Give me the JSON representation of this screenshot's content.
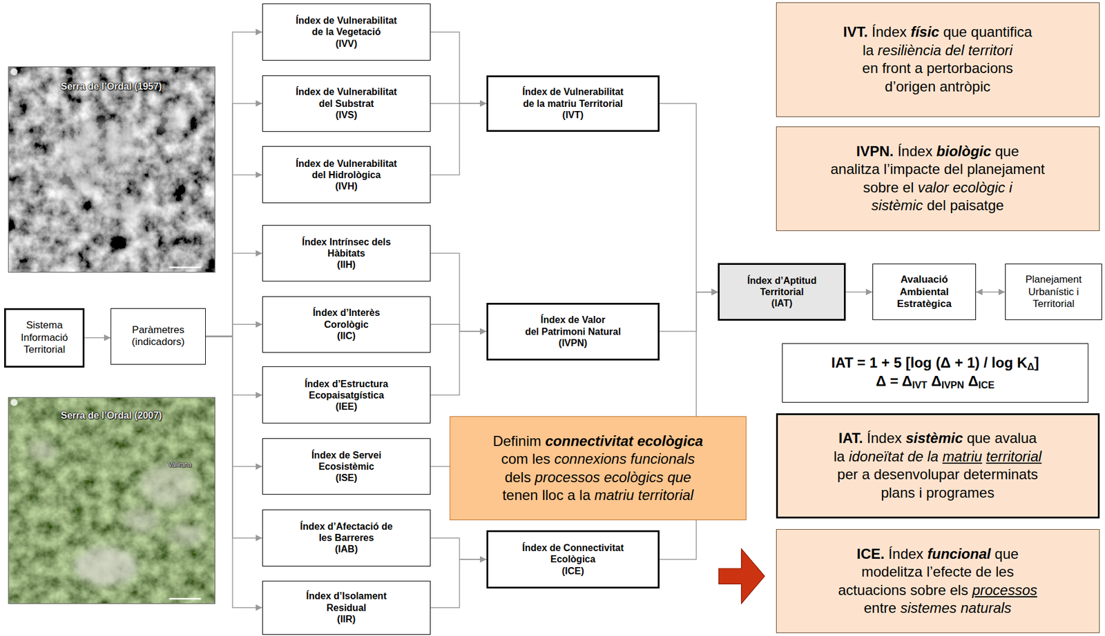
{
  "diagram": {
    "nodes": [
      {
        "text": [
          "Sistema Informació Territorial"
        ]
      },
      {
        "text": [
          "Paràmetres (indicadors)"
        ]
      },
      {
        "text": [
          "Índex de Vulnerabilitat de la Vegetació (IVV)"
        ]
      },
      {
        "text": [
          "Índex de Vulnerabilitat del Substrat (IVS)"
        ]
      },
      {
        "text": [
          "Índex de Vulnerabilitat del Hidrològica (IVH)"
        ]
      },
      {
        "text": [
          "Índex Intrínsec dels Hàbitats (IIH)"
        ]
      },
      {
        "text": [
          "Índex d’Interès Corològic (IIC)"
        ]
      },
      {
        "text": [
          "Índex d’Estructura Ecopaisatgística (IEE)"
        ]
      },
      {
        "text": [
          "Índex de Servei Ecosistèmic (ISE)"
        ]
      },
      {
        "text": [
          "Índex d’Afectació de les Barreres (IAB)"
        ]
      },
      {
        "text": [
          "Índex d’Isolament Residual (IIR)"
        ]
      },
      {
        "text": [
          "Índex de Vulnerabilitat de la matriu Territorial (IVT)"
        ]
      },
      {
        "text": [
          "Índex de Valor del Patrimoni Natural (IVPN)"
        ]
      },
      {
        "text": [
          "Índex de Connectivitat Ecològica (ICE)"
        ]
      },
      {
        "text": [
          "Definim connectivitat ecològica com les connexions funcionals dels processos ecològics que tenen lloc a la matriu territorial"
        ]
      },
      {
        "text": [
          "Índex d’Aptitud Territorial (IAT)"
        ]
      },
      {
        "text": [
          "Avaluació Ambiental Estratègica"
        ]
      },
      {
        "text": [
          "Planejament Urbanístic i Territorial"
        ]
      },
      {
        "text": [
          "IVT. Índex físic que quantifica la resiliència del territori en front a pertorbacions d’origen antròpic"
        ]
      },
      {
        "text": [
          "IVPN. Índex biològic que analitza l’impacte del planejament sobre el valor ecològic i sistèmic del paisatge"
        ]
      },
      {
        "text": [
          "IAT = 1 + 5 [log (Δ + 1) / log KΔ]",
          "Δ = ΔIVT ΔIVPN ΔICE"
        ]
      },
      {
        "text": [
          "IAT. Índex sistèmic que avalua la idoneïtat de la matriu territorial per a desenvolupar determinats plans i programes"
        ]
      },
      {
        "text": [
          "ICE. Índex funcional que modelitza l’efecte de les actuacions sobre els processos entre sistemes naturals"
        ]
      }
    ],
    "edges": [
      {
        "from": 0,
        "to": 1,
        "arrow": "to"
      },
      {
        "from": 1,
        "to": 2,
        "arrow": "to"
      },
      {
        "from": 1,
        "to": 3,
        "arrow": "to"
      },
      {
        "from": 1,
        "to": 4,
        "arrow": "to"
      },
      {
        "from": 1,
        "to": 5,
        "arrow": "to"
      },
      {
        "from": 1,
        "to": 6,
        "arrow": "to"
      },
      {
        "from": 1,
        "to": 7,
        "arrow": "to"
      },
      {
        "from": 1,
        "to": 8,
        "arrow": "to"
      },
      {
        "from": 1,
        "to": 9,
        "arrow": "to"
      },
      {
        "from": 1,
        "to": 10,
        "arrow": "to"
      },
      {
        "from": 2,
        "to": 11,
        "arrow": "to"
      },
      {
        "from": 3,
        "to": 11,
        "arrow": "to"
      },
      {
        "from": 4,
        "to": 11,
        "arrow": "to"
      },
      {
        "from": 5,
        "to": 12,
        "arrow": "to"
      },
      {
        "from": 6,
        "to": 12,
        "arrow": "to"
      },
      {
        "from": 7,
        "to": 12,
        "arrow": "to"
      },
      {
        "from": 8,
        "to": 14,
        "arrow": "none"
      },
      {
        "from": 9,
        "to": 13,
        "arrow": "to"
      },
      {
        "from": 10,
        "to": 13,
        "arrow": "to"
      },
      {
        "from": 11,
        "to": 15,
        "arrow": "to"
      },
      {
        "from": 12,
        "to": 15,
        "arrow": "to"
      },
      {
        "from": 13,
        "to": 15,
        "arrow": "to"
      },
      {
        "from": 15,
        "to": 16,
        "arrow": "to"
      },
      {
        "from": 16,
        "to": 17,
        "arrow": "both"
      }
    ],
    "labels": [
      "Serra de l’Ordal (1957)",
      "Serra de l’Ordal (2007)",
      "Vallirana"
    ]
  }
}
